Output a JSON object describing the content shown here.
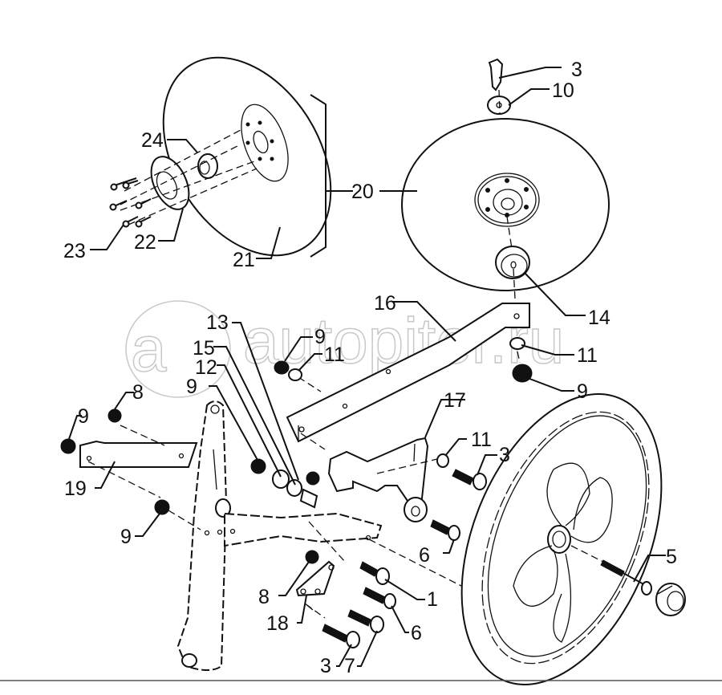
{
  "diagram": {
    "title": "Depth wheel and coulter disc assembly — exploded parts view",
    "watermark": {
      "logo_letter": "a",
      "text": "autopiter.ru"
    },
    "callouts": [
      {
        "id": "c-3-top",
        "label": "3",
        "part": "bolt"
      },
      {
        "id": "c-10",
        "label": "10",
        "part": "washer"
      },
      {
        "id": "c-20",
        "label": "20",
        "part": "coulter disc assembly"
      },
      {
        "id": "c-24",
        "label": "24",
        "part": "bearing"
      },
      {
        "id": "c-23",
        "label": "23",
        "part": "hub bolts"
      },
      {
        "id": "c-22",
        "label": "22",
        "part": "hub flange"
      },
      {
        "id": "c-21",
        "label": "21",
        "part": "disc"
      },
      {
        "id": "c-16",
        "label": "16",
        "part": "arm"
      },
      {
        "id": "c-14",
        "label": "14",
        "part": "spacer"
      },
      {
        "id": "c-13",
        "label": "13",
        "part": "sleeve"
      },
      {
        "id": "c-9-a",
        "label": "9",
        "part": "nut"
      },
      {
        "id": "c-11-a",
        "label": "11",
        "part": "washer"
      },
      {
        "id": "c-15",
        "label": "15",
        "part": "washer"
      },
      {
        "id": "c-12",
        "label": "12",
        "part": "washer"
      },
      {
        "id": "c-11-b",
        "label": "11",
        "part": "washer"
      },
      {
        "id": "c-9-b",
        "label": "9",
        "part": "nut"
      },
      {
        "id": "c-9-c",
        "label": "9",
        "part": "nut"
      },
      {
        "id": "c-8-a",
        "label": "8",
        "part": "nut"
      },
      {
        "id": "c-17",
        "label": "17",
        "part": "wheel bracket"
      },
      {
        "id": "c-9-d",
        "label": "9",
        "part": "nut"
      },
      {
        "id": "c-11-c",
        "label": "11",
        "part": "washer"
      },
      {
        "id": "c-3-mid",
        "label": "3",
        "part": "bolt"
      },
      {
        "id": "c-19",
        "label": "19",
        "part": "strap"
      },
      {
        "id": "c-9-e",
        "label": "9",
        "part": "nut"
      },
      {
        "id": "c-6-a",
        "label": "6",
        "part": "bolt"
      },
      {
        "id": "c-5",
        "label": "5",
        "part": "axle bolt"
      },
      {
        "id": "c-1",
        "label": "1",
        "part": "carriage bolt"
      },
      {
        "id": "c-8-b",
        "label": "8",
        "part": "nut"
      },
      {
        "id": "c-18",
        "label": "18",
        "part": "plate"
      },
      {
        "id": "c-6-b",
        "label": "6",
        "part": "bolt"
      },
      {
        "id": "c-3-bot",
        "label": "3",
        "part": "bolt"
      },
      {
        "id": "c-7",
        "label": "7",
        "part": "bolt"
      }
    ]
  }
}
